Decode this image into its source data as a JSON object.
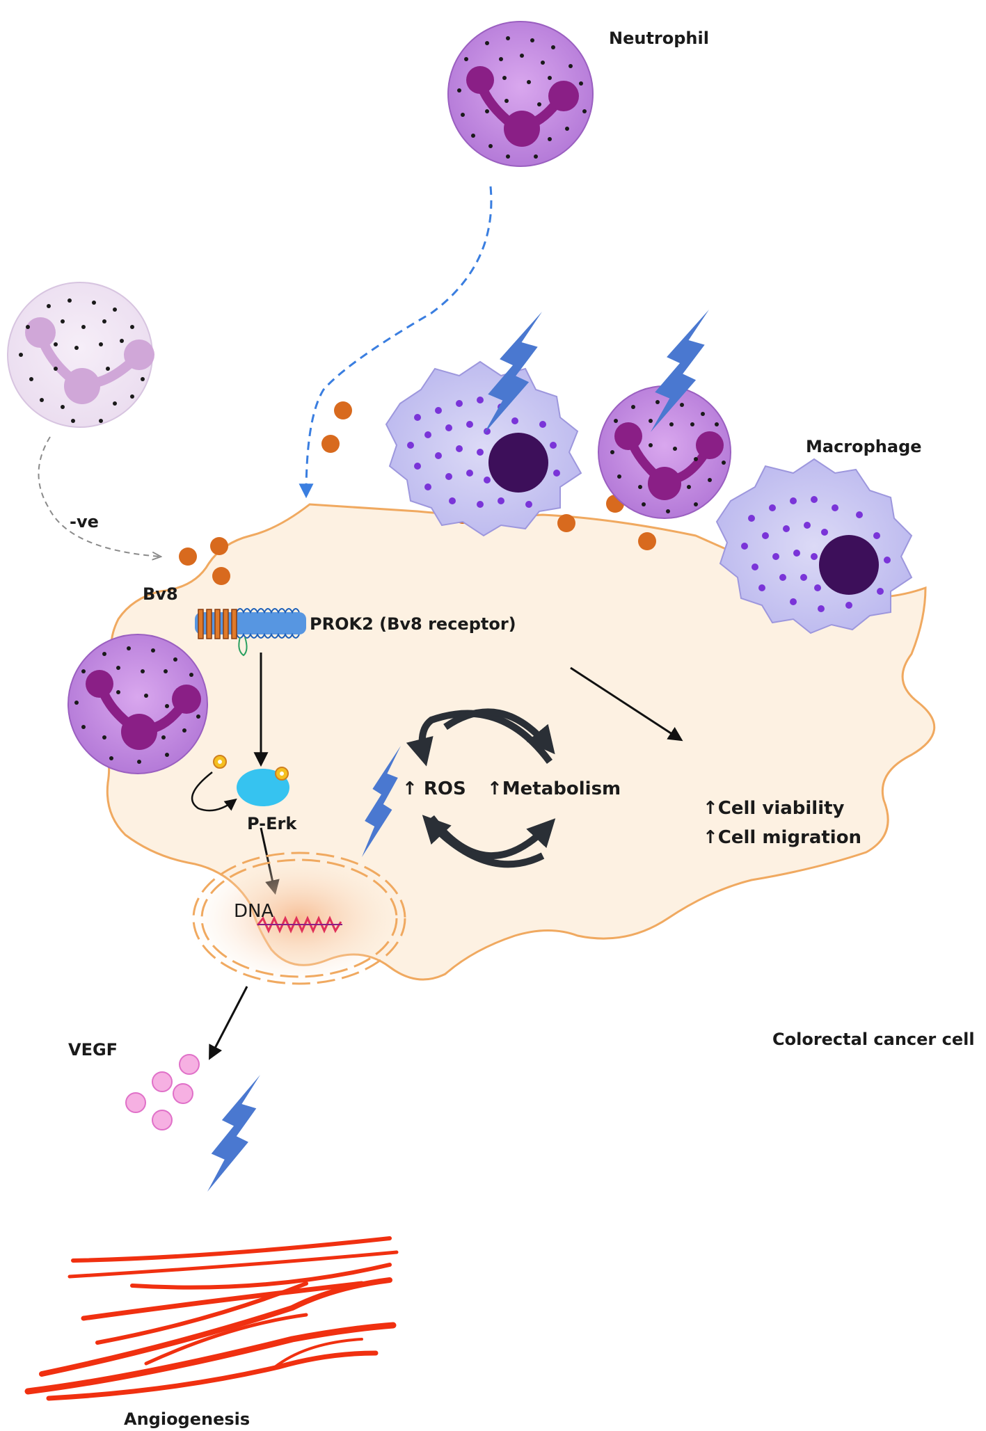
{
  "labels": {
    "neutrophil": "Neutrophil",
    "macrophage": "Macrophage",
    "negative": "-ve",
    "bv8": "Bv8",
    "receptor": "PROK2 (Bv8 receptor)",
    "perk": "P-Erk",
    "dna": "DNA",
    "ros": "↑ ROS",
    "metabolism": "↑Metabolism",
    "cell_viability": "↑Cell viability",
    "cell_migration": "↑Cell migration",
    "cancer_cell": "Colorectal cancer cell",
    "vegf": "VEGF",
    "angiogenesis": "Angiogenesis"
  },
  "colors": {
    "neutrophil_fill": "#c88ee0",
    "neutrophil_nucleus": "#8a1f86",
    "macrophage_fill": "#c9c6f2",
    "macrophage_nucleus": "#3d0f5a",
    "cancer_cell_fill": "#fdf1e2",
    "cancer_cell_outline": "#f0a960",
    "bv8_dots": "#d86a1e",
    "vegf_dots": "#f08ad0",
    "lightning": "#4a78d0",
    "receptor": "#3a86e0",
    "erk": "#36c3f0",
    "vessels": "#f03010",
    "dashed_blue": "#3a7ee0"
  }
}
